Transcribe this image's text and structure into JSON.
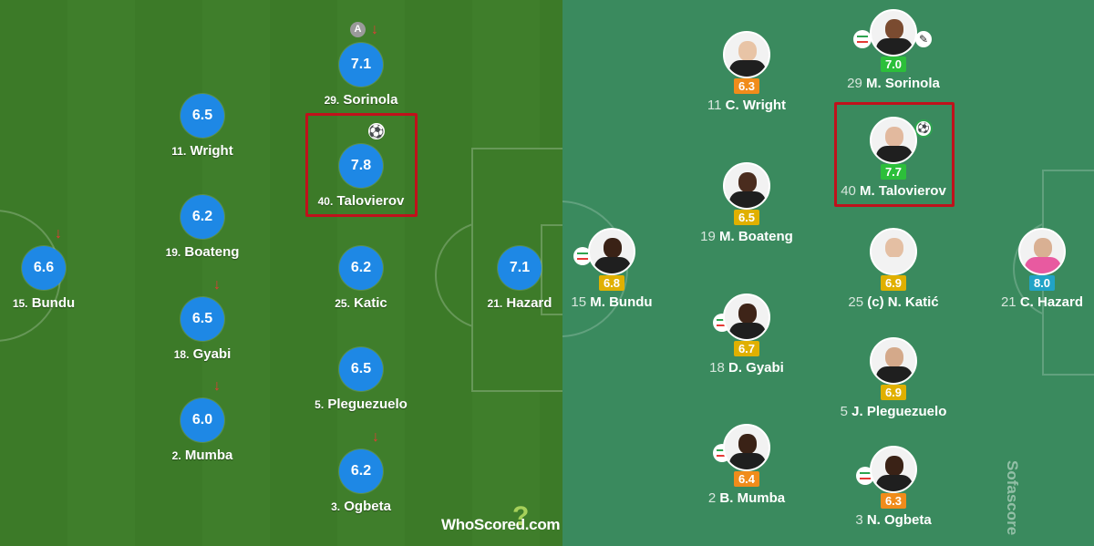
{
  "left_panel": {
    "brand": "WhoScored",
    "brand_suffix": ".com",
    "captain_badge": "A",
    "ball_icon": "⚽",
    "arrow_icon": "↓",
    "players": [
      {
        "number": "15.",
        "name": "Bundu",
        "rating": "6.6",
        "arrow": true
      },
      {
        "number": "11.",
        "name": "Wright",
        "rating": "6.5"
      },
      {
        "number": "19.",
        "name": "Boateng",
        "rating": "6.2"
      },
      {
        "number": "18.",
        "name": "Gyabi",
        "rating": "6.5",
        "arrow": true
      },
      {
        "number": "2.",
        "name": "Mumba",
        "rating": "6.0",
        "arrow": true
      },
      {
        "number": "29.",
        "name": "Sorinola",
        "rating": "7.1",
        "arrow": true,
        "captain": true
      },
      {
        "number": "40.",
        "name": "Talovierov",
        "rating": "7.8",
        "goal": true,
        "highlighted": true
      },
      {
        "number": "25.",
        "name": "Katic",
        "rating": "6.2"
      },
      {
        "number": "5.",
        "name": "Pleguezuelo",
        "rating": "6.5"
      },
      {
        "number": "3.",
        "name": "Ogbeta",
        "rating": "6.2",
        "arrow": true
      },
      {
        "number": "21.",
        "name": "Hazard",
        "rating": "7.1"
      }
    ]
  },
  "right_panel": {
    "brand": "Sofascore",
    "goal_icon": "⚽",
    "players": [
      {
        "number": "11",
        "name": "C. Wright",
        "rating": "6.3",
        "rating_color": "#f08c1b",
        "skin": "#e8c4a6"
      },
      {
        "number": "29",
        "name": "M. Sorinola",
        "rating": "7.0",
        "rating_color": "#2cbf3a",
        "skin": "#7a4b30",
        "sub": true,
        "card": true
      },
      {
        "number": "40",
        "name": "M. Talovierov",
        "rating": "7.7",
        "rating_color": "#2cbf3a",
        "skin": "#e2b99e",
        "goal": true,
        "highlighted": true
      },
      {
        "number": "19",
        "name": "M. Boateng",
        "rating": "6.5",
        "rating_color": "#e0b000",
        "skin": "#4a2c1e"
      },
      {
        "number": "15",
        "name": "M. Bundu",
        "rating": "6.8",
        "rating_color": "#e0b000",
        "skin": "#3a2216",
        "sub": true
      },
      {
        "number": "25",
        "name": "(c) N. Katić",
        "rating": "6.9",
        "rating_color": "#e0b000",
        "skin": "#e4bfa3"
      },
      {
        "number": "21",
        "name": "C. Hazard",
        "rating": "8.0",
        "rating_color": "#21a3c7",
        "skin": "#d9b093",
        "keeper": true
      },
      {
        "number": "18",
        "name": "D. Gyabi",
        "rating": "6.7",
        "rating_color": "#e0b000",
        "skin": "#3e2418",
        "sub": true
      },
      {
        "number": "5",
        "name": "J. Pleguezuelo",
        "rating": "6.9",
        "rating_color": "#e0b000",
        "skin": "#d4a98a"
      },
      {
        "number": "2",
        "name": "B. Mumba",
        "rating": "6.4",
        "rating_color": "#f08c1b",
        "skin": "#3a2216",
        "sub": true
      },
      {
        "number": "3",
        "name": "N. Ogbeta",
        "rating": "6.3",
        "rating_color": "#f08c1b",
        "skin": "#3a2216",
        "sub": true
      }
    ]
  }
}
